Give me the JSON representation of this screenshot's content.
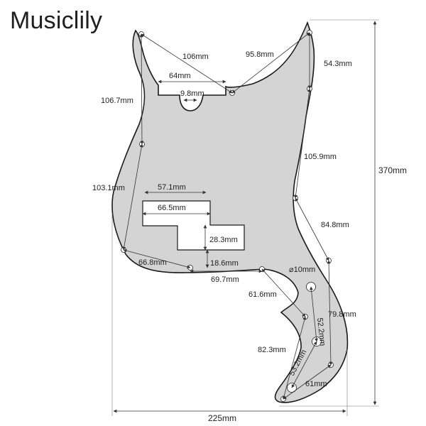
{
  "brand": {
    "name": "Musiclily"
  },
  "diagram": {
    "overall": {
      "height": "370mm",
      "width": "225mm"
    },
    "labels": {
      "top_left_span": "106mm",
      "top_right_span": "95.8mm",
      "upper_horn_side": "54.3mm",
      "top_notch_width": "64mm",
      "neck_slot_width": "9.8mm",
      "left_upper": "106.7mm",
      "right_mid": "105.9mm",
      "left_mid": "103.1mm",
      "pickup_top_width": "57.1mm",
      "pickup_body_width": "66.5mm",
      "pickup_height": "28.3mm",
      "right_lower": "84.8mm",
      "bottom_left_span": "66.8mm",
      "bottom_offset": "18.6mm",
      "bottom_span": "69.7mm",
      "jack_hole": "⌀10mm",
      "tail_span_a": "61.6mm",
      "tail_vertical_a": "52.2mm",
      "tail_right": "79.8mm",
      "tail_left": "82.3mm",
      "tail_vertical_b": "53.2mm",
      "tail_bottom": "61mm"
    }
  }
}
